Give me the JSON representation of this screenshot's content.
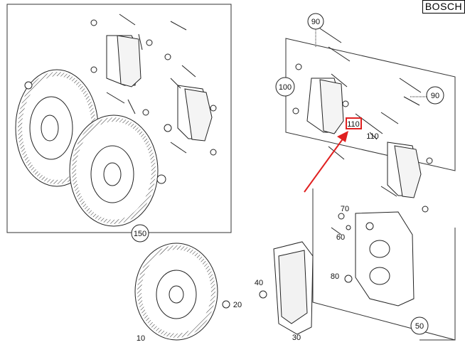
{
  "brand": "BOSCH",
  "callouts": {
    "c90_top": "90",
    "c100": "100",
    "c90_right": "90",
    "c110_box": "110",
    "c110": "110",
    "c150": "150",
    "c70": "70",
    "c60": "60",
    "c80": "80",
    "c40": "40",
    "c20": "20",
    "c10": "10",
    "c30": "30",
    "c50": "50"
  },
  "colors": {
    "highlight": "#e02020",
    "line": "#222222"
  }
}
